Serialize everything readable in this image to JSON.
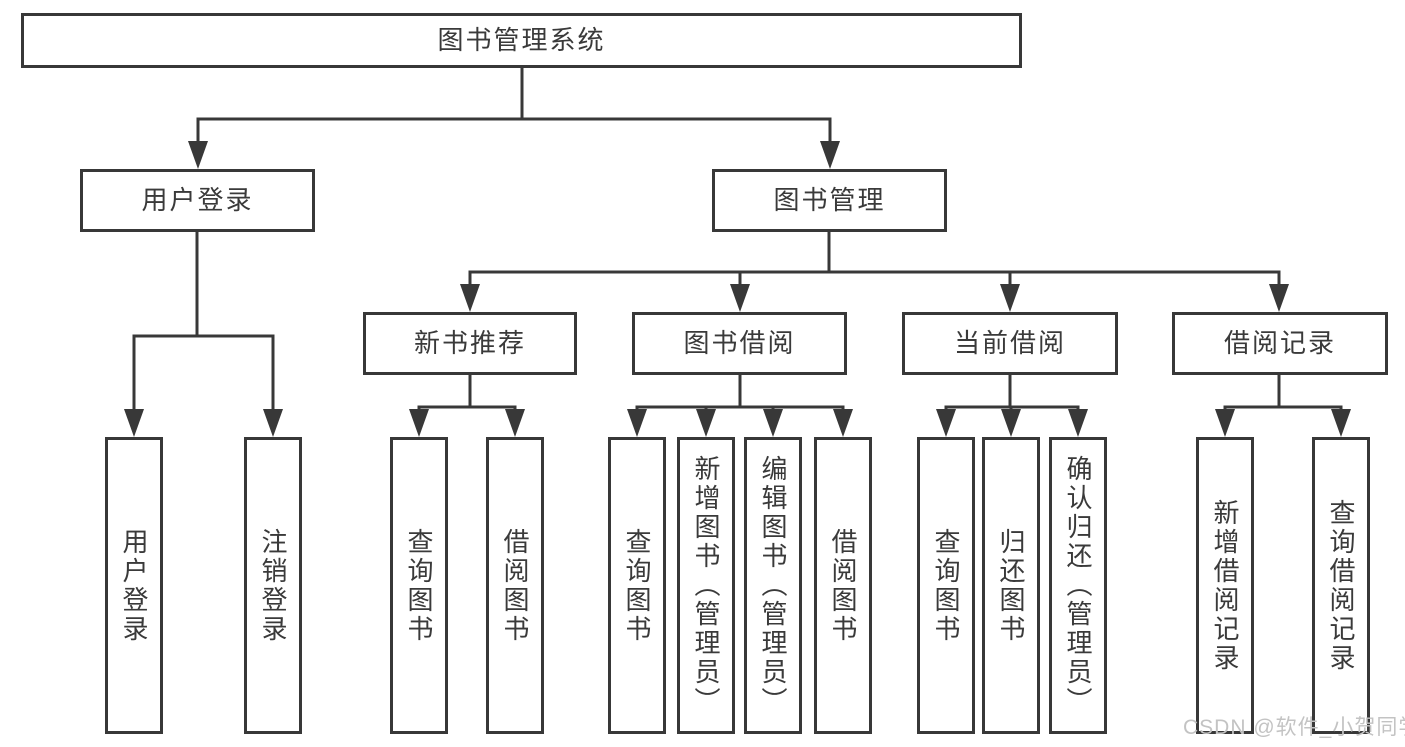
{
  "diagram": {
    "root": {
      "label": "图书管理系统"
    },
    "level1": [
      {
        "label": "用户登录"
      },
      {
        "label": "图书管理"
      }
    ],
    "level2": [
      {
        "label": "新书推荐"
      },
      {
        "label": "图书借阅"
      },
      {
        "label": "当前借阅"
      },
      {
        "label": "借阅记录"
      }
    ],
    "leaves": {
      "user_login": [
        {
          "label": "用户登录"
        },
        {
          "label": "注销登录"
        }
      ],
      "new_books": [
        {
          "label": "查询图书"
        },
        {
          "label": "借阅图书"
        }
      ],
      "book_borrow": [
        {
          "label": "查询图书"
        },
        {
          "label": "新增图书（管理员）"
        },
        {
          "label": "编辑图书（管理员）"
        },
        {
          "label": "借阅图书"
        }
      ],
      "current_borrow": [
        {
          "label": "查询图书"
        },
        {
          "label": "归还图书"
        },
        {
          "label": "确认归还（管理员）"
        }
      ],
      "borrow_records": [
        {
          "label": "新增借阅记录"
        },
        {
          "label": "查询借阅记录"
        }
      ]
    },
    "colors": {
      "line": "#383838",
      "text": "#3a3a3a",
      "watermark": "#c3c3c3",
      "background": "#ffffff"
    }
  },
  "watermark": {
    "text": "CSDN @软件_小贺同学"
  }
}
